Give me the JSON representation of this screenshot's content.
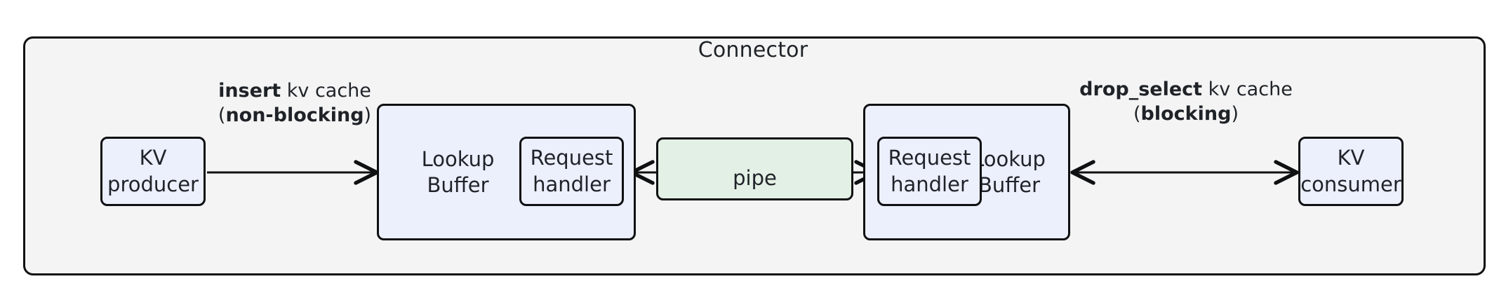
{
  "diagram": {
    "title": "Connector",
    "container_bg": "#f4f4f4",
    "node_bg": "#eceffc",
    "pipe_bg": "#e3f0e5",
    "stroke": "#0f1012",
    "text_color": "#1f2328"
  },
  "nodes": {
    "kv_producer": {
      "label": "KV\nproducer"
    },
    "lookup_buffer_left": {
      "label": "Lookup\nBuffer"
    },
    "request_handler_left": {
      "label": "Request\nhandler"
    },
    "pipe": {
      "label": "pipe"
    },
    "request_handler_right": {
      "label": "Request\nhandler"
    },
    "lookup_buffer_right": {
      "label": "Lookup\nBuffer"
    },
    "kv_consumer": {
      "label": "KV\nconsumer"
    }
  },
  "edges": {
    "insert": {
      "emphasis": "insert",
      "rest": " kv cache",
      "paren_open": "(",
      "mode": "non-blocking",
      "paren_close": ")",
      "direction": "forward"
    },
    "drop_select": {
      "emphasis": "drop_select",
      "rest": " kv cache",
      "paren_open": "(",
      "mode": "blocking",
      "paren_close": ")",
      "direction": "bidirectional"
    },
    "pipe_left": {
      "direction": "left"
    },
    "pipe_right": {
      "direction": "right"
    }
  }
}
